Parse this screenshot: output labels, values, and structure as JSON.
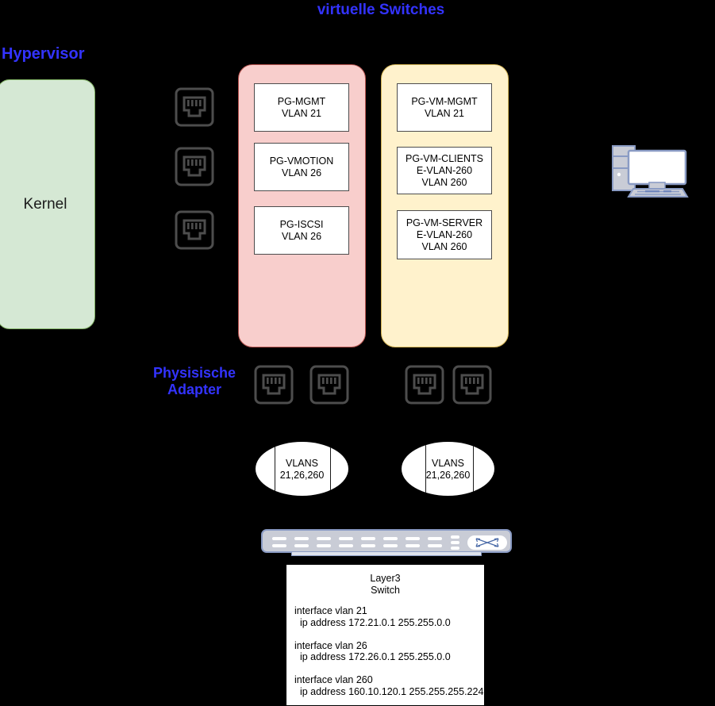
{
  "diagram": {
    "title": "virtuelle Switches",
    "background_color": "#000000"
  },
  "labels": {
    "virtuelle_switches": "virtuelle Switches",
    "hypervisor": "Hypervisor",
    "physische_adapter": "Physisische\nAdapter",
    "kernel": "Kernel",
    "label_color": "#3333ff"
  },
  "virtual_switches": [
    {
      "id": "vswitch-kernel-side",
      "fill": "#f8cecc",
      "stroke": "#b85450",
      "port_groups": [
        {
          "name": "PG-MGMT",
          "lines": [
            "PG-MGMT",
            "VLAN 21"
          ]
        },
        {
          "name": "PG-VMOTION",
          "lines": [
            "PG-VMOTION",
            "VLAN 26"
          ]
        },
        {
          "name": "PG-ISCSI",
          "lines": [
            "PG-ISCSI",
            "VLAN 26"
          ]
        }
      ]
    },
    {
      "id": "vswitch-vm-side",
      "fill": "#fff2cc",
      "stroke": "#d6b656",
      "port_groups": [
        {
          "name": "PG-VM-MGMT",
          "lines": [
            "PG-VM-MGMT",
            "VLAN 21"
          ]
        },
        {
          "name": "PG-VM-CLIENTS",
          "lines": [
            "PG-VM-CLIENTS",
            "E-VLAN-260",
            "VLAN 260"
          ]
        },
        {
          "name": "PG-VM-SERVER",
          "lines": [
            "PG-VM-SERVER",
            "E-VLAN-260",
            "VLAN 260"
          ]
        }
      ]
    }
  ],
  "port_group_text": {
    "pg_mgmt": "PG-MGMT\nVLAN 21",
    "pg_vmotion": "PG-VMOTION\nVLAN 26",
    "pg_iscsi": "PG-ISCSI\nVLAN 26",
    "pg_vm_mgmt": "PG-VM-MGMT\nVLAN 21",
    "pg_vm_clients": "PG-VM-CLIENTS\nE-VLAN-260\nVLAN 260",
    "pg_vm_server": "PG-VM-SERVER\nE-VLAN-260\nVLAN 260"
  },
  "kernel": {
    "label": "Kernel",
    "fill": "#d5e8d4",
    "stroke": "#82b366"
  },
  "nics": {
    "kernel_side_count": 3,
    "physical_left_count": 2,
    "physical_right_count": 2,
    "icon": "rj45-port-icon",
    "stroke": "#4d4d4d"
  },
  "trunks": [
    {
      "id": "trunk-left",
      "lines": [
        "VLANS",
        "21,26,260"
      ],
      "text": "VLANS\n21,26,260"
    },
    {
      "id": "trunk-right",
      "lines": [
        "VLANS",
        "21,26,260"
      ],
      "text": "VLANS\n21,26,260"
    }
  ],
  "switch_device": {
    "icon": "rack-switch-icon",
    "body_color": "#c9ccd6",
    "outline_color": "#8a9bc4",
    "logo": "crossed-arrows-icon",
    "port_count": 16,
    "led_count": 3
  },
  "layer3_switch": {
    "title": "Layer3\nSwitch",
    "title_line1": "Layer3",
    "title_line2": "Switch",
    "config": "interface vlan 21\n  ip address 172.21.0.1 255.255.0.0\n\ninterface vlan 26\n  ip address 172.26.0.1 255.255.0.0\n\ninterface vlan 260\n  ip address 160.10.120.1 255.255.255.224",
    "interfaces": [
      {
        "interface": "interface vlan 21",
        "ip_line": "  ip address 172.21.0.1 255.255.0.0",
        "vlan": 21,
        "ip": "172.21.0.1",
        "mask": "255.255.0.0"
      },
      {
        "interface": "interface vlan 26",
        "ip_line": "  ip address 172.26.0.1 255.255.0.0",
        "vlan": 26,
        "ip": "172.26.0.1",
        "mask": "255.255.0.0"
      },
      {
        "interface": "interface vlan 260",
        "ip_line": "  ip address 160.10.120.1 255.255.255.224",
        "vlan": 260,
        "ip": "160.10.120.1",
        "mask": "255.255.255.224"
      }
    ]
  },
  "client_pc": {
    "icon": "desktop-computer-icon",
    "case_color": "#c9ccd6",
    "outline_color": "#8a9bc4",
    "screen_color": "#ffffff"
  }
}
